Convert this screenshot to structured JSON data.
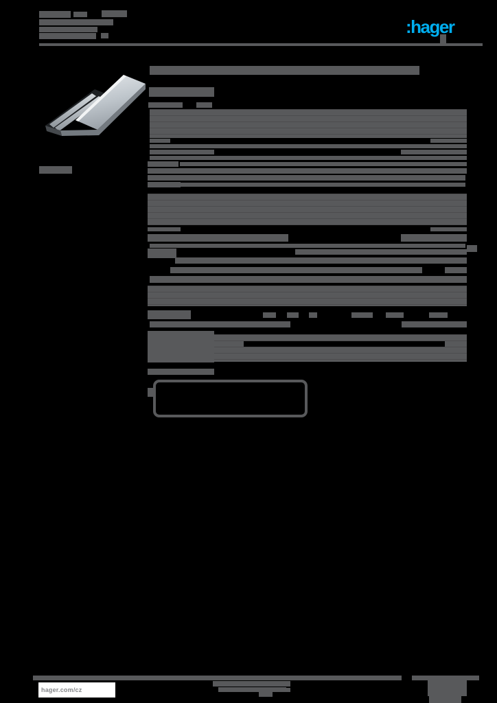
{
  "colors": {
    "background": "#000000",
    "bar": "#58595b",
    "logo_blue": "#00aeef",
    "white": "#ffffff"
  },
  "header": {
    "logo_text": ":hager"
  },
  "footer": {
    "website": "hager.com/cz"
  },
  "barcode": {
    "present": true
  },
  "redacted_text_bars": [
    [
      57,
      16,
      46,
      10
    ],
    [
      107,
      17,
      20,
      8
    ],
    [
      148,
      15,
      37,
      10
    ],
    [
      57,
      28,
      108,
      9
    ],
    [
      57,
      39,
      85,
      8
    ],
    [
      57,
      48,
      83,
      9
    ],
    [
      147,
      48,
      11,
      8
    ],
    [
      641,
      50,
      9,
      13
    ],
    [
      218,
      96,
      393,
      13
    ],
    [
      217,
      127,
      95,
      14
    ],
    [
      216,
      149,
      50,
      8
    ],
    [
      286,
      149,
      23,
      8
    ],
    [
      218,
      202,
      30,
      6
    ],
    [
      627,
      202,
      53,
      6
    ],
    [
      218,
      210,
      462,
      6
    ],
    [
      218,
      218,
      94,
      7
    ],
    [
      584,
      218,
      96,
      7
    ],
    [
      218,
      227,
      462,
      6
    ],
    [
      215,
      235,
      45,
      8
    ],
    [
      262,
      236,
      418,
      6
    ],
    [
      215,
      245,
      48,
      8
    ],
    [
      260,
      245,
      420,
      8
    ],
    [
      215,
      255,
      463,
      8
    ],
    [
      215,
      265,
      48,
      8
    ],
    [
      263,
      266,
      415,
      6
    ],
    [
      215,
      331,
      48,
      6
    ],
    [
      627,
      331,
      53,
      6
    ],
    [
      215,
      341,
      205,
      11
    ],
    [
      584,
      341,
      96,
      11
    ],
    [
      218,
      355,
      460,
      6
    ],
    [
      680,
      357,
      15,
      10
    ],
    [
      215,
      362,
      42,
      14
    ],
    [
      430,
      363,
      250,
      8
    ],
    [
      255,
      375,
      425,
      9
    ],
    [
      248,
      389,
      367,
      9
    ],
    [
      648,
      389,
      32,
      9
    ],
    [
      218,
      402,
      462,
      10
    ],
    [
      215,
      452,
      63,
      13
    ],
    [
      383,
      455,
      19,
      8
    ],
    [
      418,
      455,
      17,
      8
    ],
    [
      450,
      455,
      12,
      8
    ],
    [
      512,
      455,
      31,
      8
    ],
    [
      562,
      455,
      26,
      8
    ],
    [
      625,
      455,
      27,
      8
    ],
    [
      218,
      468,
      205,
      9
    ],
    [
      585,
      468,
      95,
      9
    ],
    [
      215,
      482,
      97,
      46
    ],
    [
      215,
      537,
      97,
      9
    ],
    [
      215,
      565,
      8,
      13
    ],
    [
      57,
      242,
      48,
      11
    ],
    [
      48,
      984,
      537,
      7
    ],
    [
      600,
      984,
      98,
      7
    ],
    [
      310,
      992,
      113,
      8
    ],
    [
      318,
      1001,
      99,
      7
    ],
    [
      377,
      1008,
      20,
      7
    ],
    [
      407,
      1002,
      16,
      6
    ],
    [
      623,
      991,
      57,
      23
    ],
    [
      625,
      1014,
      47,
      10
    ]
  ],
  "redacted_text_blocks": [
    [
      218,
      159,
      462,
      42
    ],
    [
      215,
      282,
      465,
      46
    ],
    [
      215,
      416,
      465,
      30
    ],
    [
      312,
      487,
      368,
      40
    ]
  ],
  "black_gaps": [
    [
      355,
      497,
      293,
      8
    ]
  ]
}
